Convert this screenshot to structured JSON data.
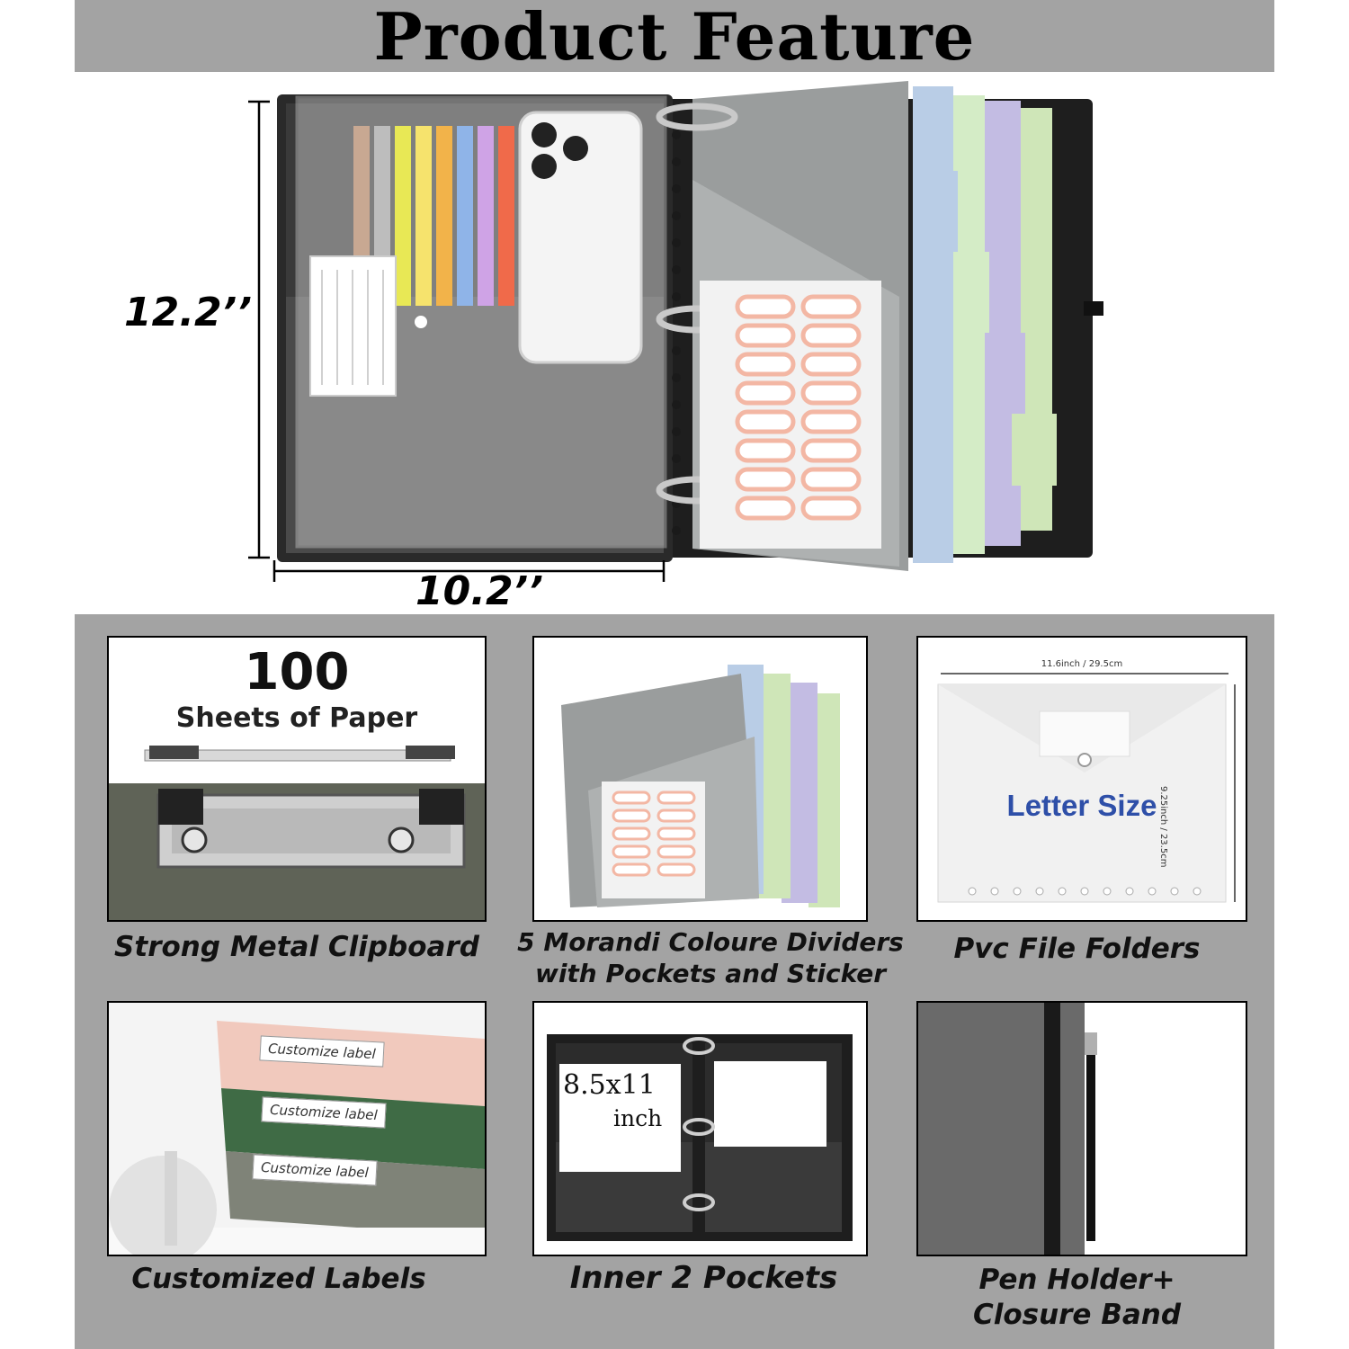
{
  "header": {
    "title": "Product Feature"
  },
  "hero": {
    "height_label": "12.2’’",
    "width_label": "10.2’’"
  },
  "features": [
    {
      "caption": "Strong Metal Clipboard",
      "big_number": "100",
      "sub_text": "Sheets of Paper"
    },
    {
      "caption_line1": "5 Morandi Coloure Dividers",
      "caption_line2": "with Pockets and Sticker"
    },
    {
      "caption": "Pvc File Folders",
      "size_text": "Letter Size",
      "width_dim": "11.6inch / 29.5cm",
      "height_dim": "9.25inch / 23.5cm"
    },
    {
      "caption": "Customized Labels",
      "label_text": "Customize label"
    },
    {
      "caption": "Inner 2 Pockets",
      "size_line1": "8.5x11",
      "size_line2": "inch"
    },
    {
      "caption_line1": "Pen Holder+",
      "caption_line2": "Closure Band"
    }
  ],
  "colors": {
    "gray_panel": "#a3a3a3",
    "binder_black": "#1e1e1e",
    "divider_blue": "#b9cde6",
    "divider_green": "#cfe6b8",
    "divider_purple": "#c3bce3",
    "label_pink": "#f3b7a4",
    "letter_blue": "#2e4fa8"
  }
}
